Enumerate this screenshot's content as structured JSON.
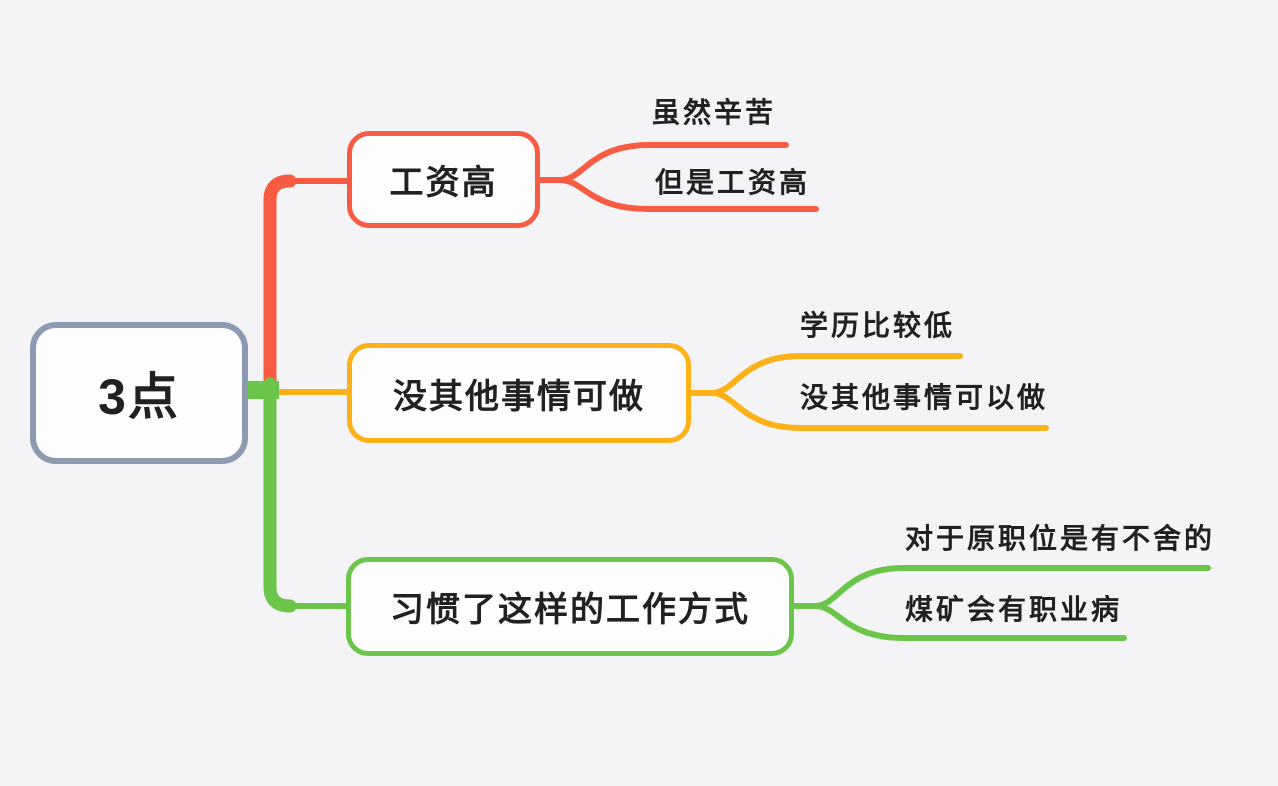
{
  "diagram": {
    "type": "mindmap",
    "root": {
      "label": "3点"
    },
    "branches": [
      {
        "label": "工资高",
        "color": "#f75c42",
        "children": [
          {
            "label": "虽然辛苦"
          },
          {
            "label": "但是工资高"
          }
        ]
      },
      {
        "label": "没其他事情可做",
        "color": "#fbb117",
        "children": [
          {
            "label": "学历比较低"
          },
          {
            "label": "没其他事情可以做"
          }
        ]
      },
      {
        "label": "习惯了这样的工作方式",
        "color": "#6bc54b",
        "children": [
          {
            "label": "对于原职位是有不舍的"
          },
          {
            "label": "煤矿会有职业病"
          }
        ]
      }
    ],
    "colors": {
      "root_border": "#8c9ab2",
      "branch1": "#f75c42",
      "branch2": "#fbb117",
      "branch3": "#6bc54b",
      "text": "#212121",
      "background": "#f4f4f6",
      "node_fill": "#fdfdfe"
    }
  }
}
